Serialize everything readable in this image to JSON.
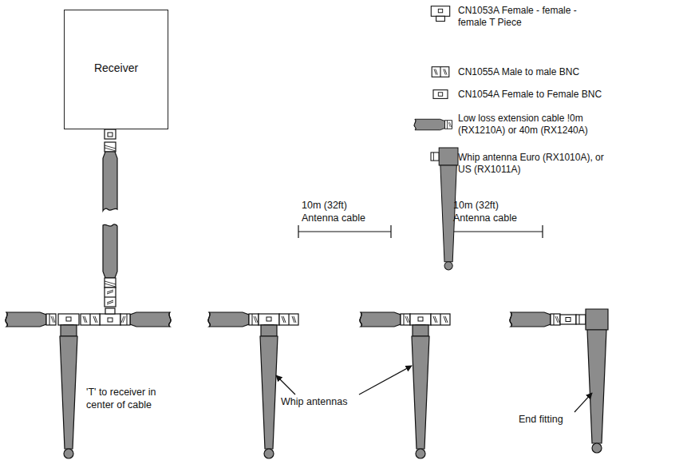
{
  "diagram": {
    "nodes": [
      {
        "text": [
          "Receiver"
        ]
      }
    ],
    "labels": [
      "10m (32ft) Antenna cable",
      "10m (32ft) Antenna cable",
      "'T' to receiver in center of cable",
      "Whip antennas",
      "End fitting"
    ],
    "legend": [
      {
        "text": "CN1053A Female - female - female T Piece"
      },
      {
        "text": "CN1055A Male to male BNC"
      },
      {
        "text": "CN1054A Female to Female BNC"
      },
      {
        "text": "Low loss extension cable !0m (RX1210A) or 40m (RX1240A)"
      },
      {
        "text": "Whip antenna Euro (RX1010A), or US (RX1011A)"
      }
    ]
  }
}
